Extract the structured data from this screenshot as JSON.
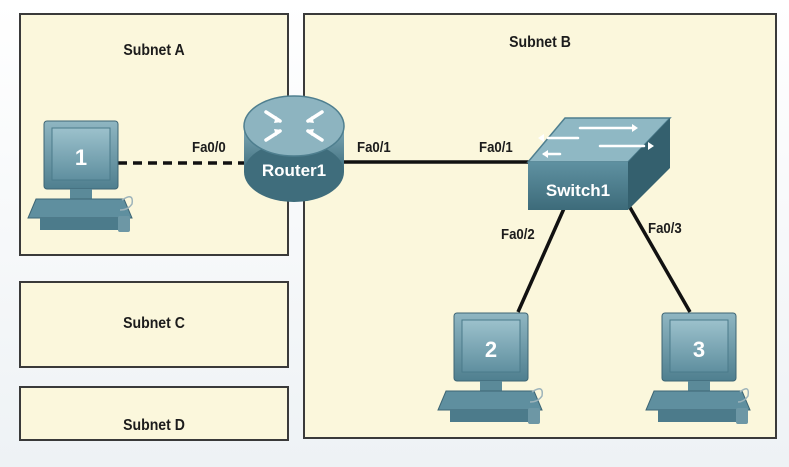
{
  "subnets": {
    "a": "Subnet A",
    "b": "Subnet B",
    "c": "Subnet C",
    "d": "Subnet D"
  },
  "devices": {
    "router": "Router1",
    "switch": "Switch1",
    "pc1": "1",
    "pc2": "2",
    "pc3": "3"
  },
  "ports": {
    "router_fa00": "Fa0/0",
    "router_fa01": "Fa0/1",
    "switch_fa01": "Fa0/1",
    "switch_fa02": "Fa0/2",
    "switch_fa03": "Fa0/3"
  },
  "colors": {
    "subnet_fill": "#fbf7dc",
    "device_fill": "#5f8f9f",
    "link": "#111111"
  },
  "links": [
    {
      "from": "pc1",
      "to": "router",
      "style": "dashed"
    },
    {
      "from": "router",
      "to": "switch",
      "style": "solid"
    },
    {
      "from": "switch",
      "to": "pc2",
      "style": "solid"
    },
    {
      "from": "switch",
      "to": "pc3",
      "style": "solid"
    }
  ]
}
